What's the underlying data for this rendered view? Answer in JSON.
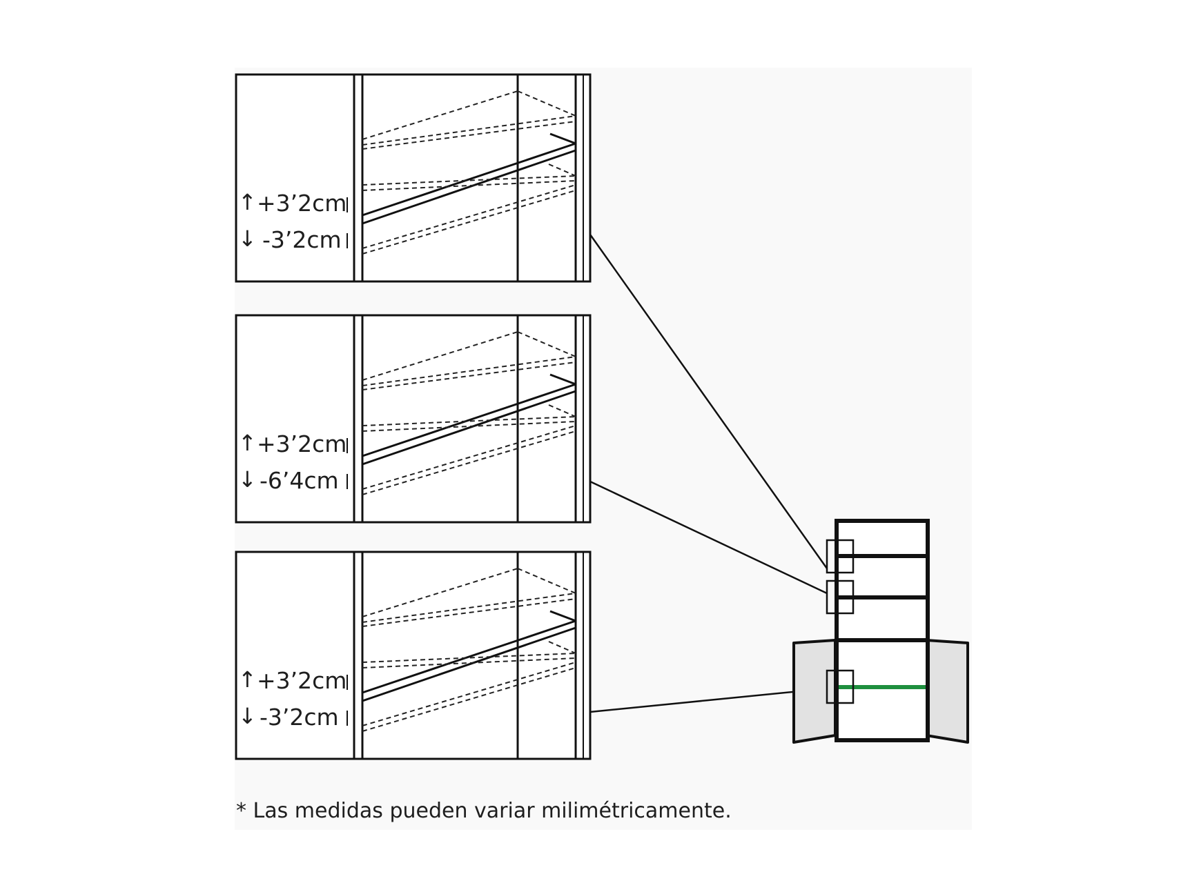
{
  "panels": [
    {
      "up": {
        "arrow": "↑",
        "text": "+3’2cm"
      },
      "down": {
        "arrow": "↓",
        "text": "-3’2cm"
      }
    },
    {
      "up": {
        "arrow": "↑",
        "text": "+3’2cm"
      },
      "down": {
        "arrow": "↓",
        "text": "-6’4cm"
      }
    },
    {
      "up": {
        "arrow": "↑",
        "text": "+3’2cm"
      },
      "down": {
        "arrow": "↓",
        "text": "-3’2cm"
      }
    }
  ],
  "footnote": "* Las medidas pueden variar milimétricamente.",
  "colors": {
    "line": "#111111",
    "highlight_shelf": "#1e8f3e",
    "door_fill": "#e2e2e2",
    "background_panel": "#f9f9f9"
  }
}
